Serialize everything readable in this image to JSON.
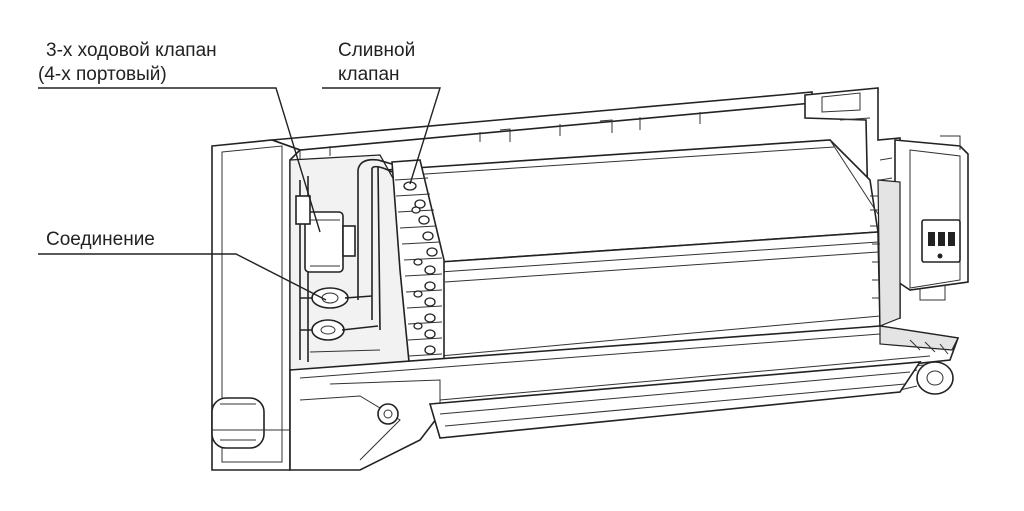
{
  "labels": {
    "valve_line1": "3-х ходовой клапан",
    "valve_line2": "(4-х портовый)",
    "drain_line1": "Сливной",
    "drain_line2": "клапан",
    "connection": "Соединение"
  },
  "colors": {
    "ink": "#222222",
    "paper": "#ffffff",
    "shade": "#f2f2f2"
  }
}
